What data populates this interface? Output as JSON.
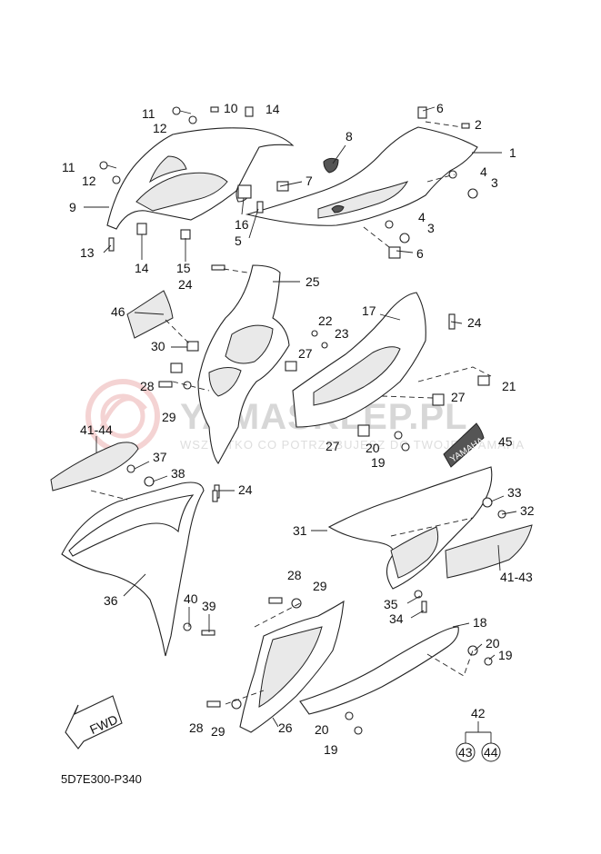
{
  "diagram": {
    "code": "5D7E300-P340",
    "fwd": "FWD",
    "decal_text": "YAMAHA",
    "watermark": {
      "title": "YAMASKLEP.PL",
      "subtitle": "WSZYSTKO CO POTRZEBUJESZ DO TWOJEJ YAMAHA",
      "color": "#e8a0a0"
    },
    "group": {
      "label": "42",
      "items": [
        "43",
        "44"
      ]
    },
    "labels": {
      "l1": "1",
      "l2": "2",
      "l3a": "3",
      "l3b": "3",
      "l4a": "4",
      "l4b": "4",
      "l5": "5",
      "l6a": "6",
      "l6b": "6",
      "l7": "7",
      "l8": "8",
      "l9": "9",
      "l10": "10",
      "l11a": "11",
      "l11b": "11",
      "l12a": "12",
      "l12b": "12",
      "l13": "13",
      "l14a": "14",
      "l14b": "14",
      "l15": "15",
      "l16": "16",
      "l17": "17",
      "l18": "18",
      "l19a": "19",
      "l19b": "19",
      "l19c": "19",
      "l20a": "20",
      "l20b": "20",
      "l20c": "20",
      "l21": "21",
      "l22": "22",
      "l23": "23",
      "l24a": "24",
      "l24b": "24",
      "l24c": "24",
      "l25": "25",
      "l26": "26",
      "l27a": "27",
      "l27b": "27",
      "l27c": "27",
      "l28a": "28",
      "l28b": "28",
      "l28c": "28",
      "l29a": "29",
      "l29b": "29",
      "l29c": "29",
      "l30": "30",
      "l31": "31",
      "l32": "32",
      "l33": "33",
      "l34": "34",
      "l35": "35",
      "l36": "36",
      "l37": "37",
      "l38": "38",
      "l39": "39",
      "l40": "40",
      "l41a": "41-44",
      "l41b": "41-43",
      "l45": "45",
      "l46": "46"
    }
  }
}
